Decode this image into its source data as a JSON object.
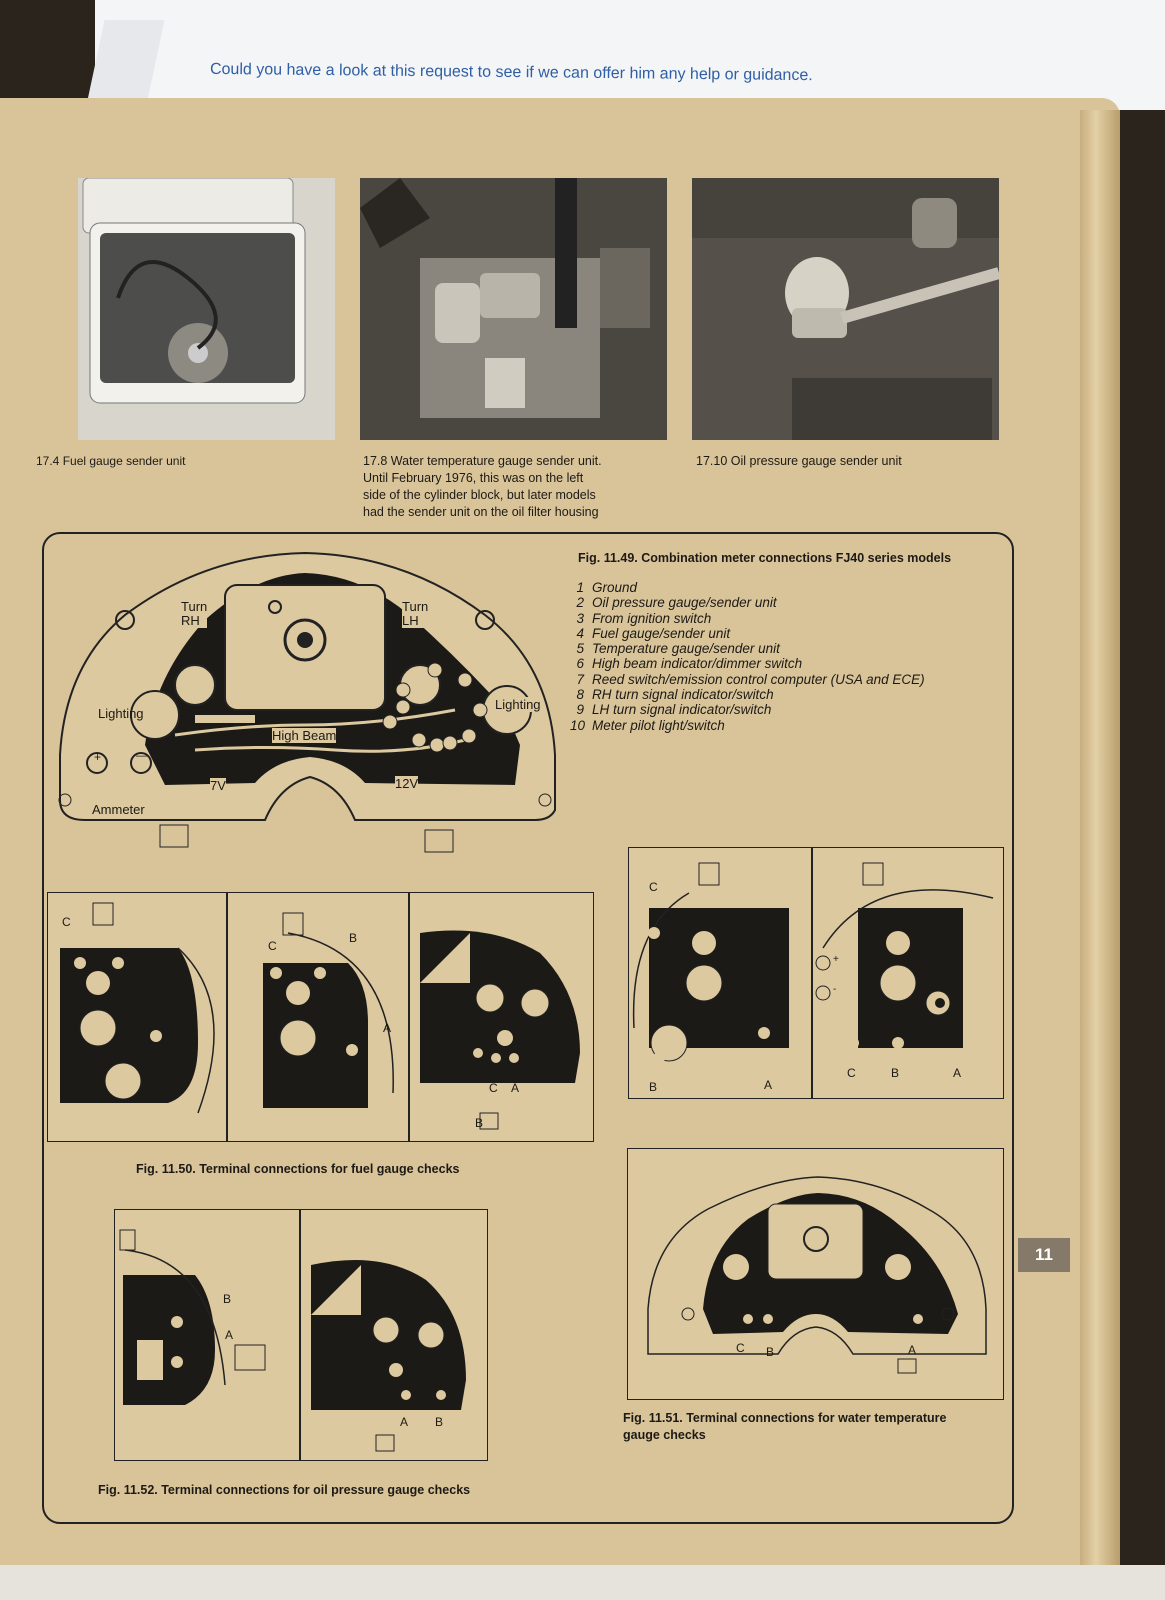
{
  "note": {
    "text": "Could you have a look at this request to see if we can offer him any help or guidance."
  },
  "photos": [
    {
      "caption": "17.4 Fuel gauge sender unit"
    },
    {
      "caption_lines": [
        "17.8 Water temperature gauge sender unit.",
        "Until February 1976, this was on the left",
        "side of the cylinder block, but later models",
        "had the sender unit on the oil filter housing"
      ]
    },
    {
      "caption": "17.10 Oil pressure gauge sender unit"
    }
  ],
  "fig49": {
    "title": "Fig. 11.49. Combination meter connections FJ40 series models",
    "legend": [
      {
        "num": "1",
        "text": "Ground"
      },
      {
        "num": "2",
        "text": "Oil pressure gauge/sender unit"
      },
      {
        "num": "3",
        "text": "From ignition switch"
      },
      {
        "num": "4",
        "text": "Fuel gauge/sender unit"
      },
      {
        "num": "5",
        "text": "Temperature gauge/sender unit"
      },
      {
        "num": "6",
        "text": "High beam indicator/dimmer switch"
      },
      {
        "num": "7",
        "text": "Reed switch/emission control computer (USA and ECE)"
      },
      {
        "num": "8",
        "text": "RH turn signal indicator/switch"
      },
      {
        "num": "9",
        "text": "LH turn signal indicator/switch"
      },
      {
        "num": "10",
        "text": "Meter pilot light/switch"
      }
    ],
    "labels": {
      "turn_rh_1": "Turn",
      "turn_rh_2": "RH",
      "turn_lh_1": "Turn",
      "turn_lh_2": "LH",
      "lighting_left": "Lighting",
      "lighting_right": "Lighting",
      "high_beam": "High Beam",
      "v7": "7V",
      "v12": "12V",
      "plus": "+",
      "minus": "—",
      "ammeter": "Ammeter"
    }
  },
  "fig50": {
    "title": "Fig. 11.50. Terminal connections for fuel gauge checks"
  },
  "fig51": {
    "title_lines": [
      "Fig. 11.51. Terminal connections for water temperature",
      "gauge checks"
    ]
  },
  "fig52": {
    "title": "Fig. 11.52. Terminal connections for oil pressure gauge checks"
  },
  "terminals": {
    "a": "A",
    "b": "B",
    "c": "C",
    "plus": "+",
    "minus": "-"
  },
  "section_tab": "11",
  "colors": {
    "paper": "#d9c49a",
    "ink": "#1d1a15",
    "note_blue": "#2f5fa6"
  }
}
